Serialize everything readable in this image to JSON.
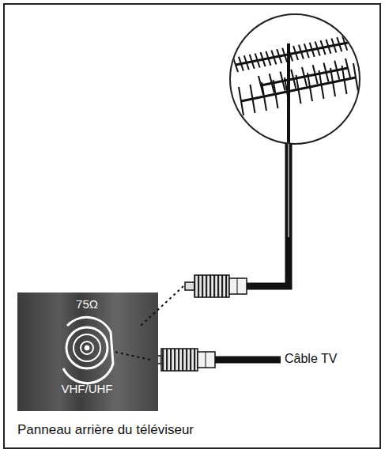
{
  "diagram": {
    "caption": "Panneau arrière du téléviseur",
    "nodes": [
      {
        "text": [
          "75Ω",
          "VHF/UHF"
        ]
      }
    ],
    "labels": [
      "Câble TV"
    ]
  }
}
